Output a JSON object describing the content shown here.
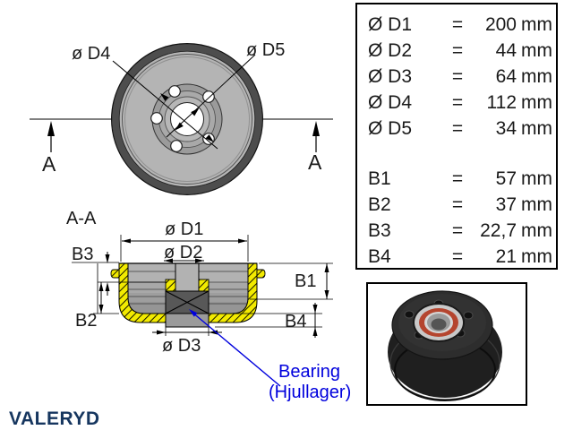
{
  "brand": {
    "logo_text": "VALERYD",
    "logo_color": "#16365f"
  },
  "front_view": {
    "d4_label": "ø D4",
    "d5_label": "ø D5",
    "section_marker_left": "A",
    "section_marker_right": "A"
  },
  "section_view": {
    "title": "A-A",
    "d1_label": "ø D1",
    "d2_label": "ø D2",
    "d3_label": "ø D3",
    "b1_label": "B1",
    "b2_label": "B2",
    "b3_label": "B3",
    "b4_label": "B4",
    "bearing_callout_line1": "Bearing",
    "bearing_callout_line2": "(Hjullager)"
  },
  "dimensions_table": {
    "rows": [
      {
        "name": "Ø D1",
        "eq": "=",
        "value": "200",
        "unit": "mm"
      },
      {
        "name": "Ø D2",
        "eq": "=",
        "value": "44",
        "unit": "mm"
      },
      {
        "name": "Ø D3",
        "eq": "=",
        "value": "64",
        "unit": "mm"
      },
      {
        "name": "Ø D4",
        "eq": "=",
        "value": "112",
        "unit": "mm"
      },
      {
        "name": "Ø D5",
        "eq": "=",
        "value": "34",
        "unit": "mm"
      },
      {
        "name": "B1",
        "eq": "=",
        "value": "57",
        "unit": "mm"
      },
      {
        "name": "B2",
        "eq": "=",
        "value": "37",
        "unit": "mm"
      },
      {
        "name": "B3",
        "eq": "=",
        "value": "22,7",
        "unit": "mm"
      },
      {
        "name": "B4",
        "eq": "=",
        "value": "21",
        "unit": "mm"
      }
    ]
  },
  "colors": {
    "callout_blue": "#0000dd",
    "hatch_yellow": "#f2ea00",
    "drum_face_gray": "#b4b4b4",
    "drum_ring_gray": "#4d4d4d",
    "seal_red": "#b5452f",
    "logo_navy": "#16365f"
  }
}
